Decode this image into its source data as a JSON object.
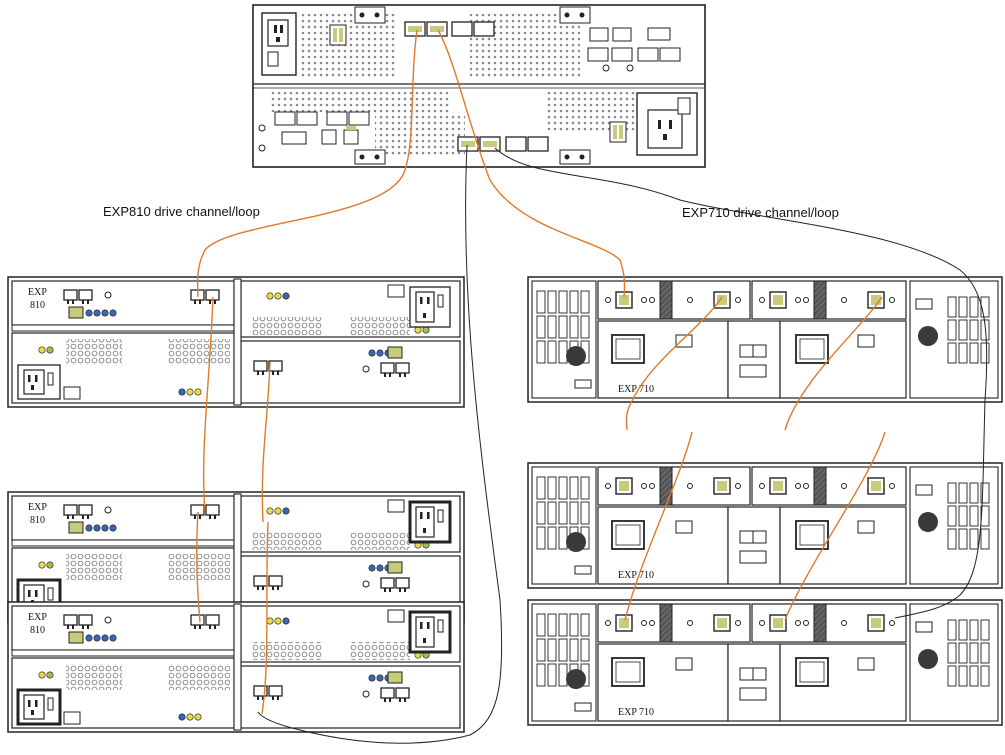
{
  "labels": {
    "exp810_channel": "EXP810 drive channel/loop",
    "exp710_channel": "EXP710 drive channel/loop"
  },
  "exp810_units": [
    {
      "line1": "EXP",
      "line2": "810"
    },
    {
      "line1": "EXP",
      "line2": "810"
    },
    {
      "line1": "EXP",
      "line2": "810"
    }
  ],
  "exp710_units": [
    {
      "label": "EXP 710"
    },
    {
      "label": "EXP 710"
    },
    {
      "label": "EXP 710"
    }
  ],
  "colors": {
    "cable": "#e07a2a",
    "outline": "#222222",
    "port_fill": "#c8cc7a",
    "led_yellow": "#e8d84a",
    "led_green": "#9fbf4a",
    "led_blue": "#3a67b0",
    "hatch": "#555555"
  },
  "icons": [
    "power-connector-icon",
    "sfp-port-icon",
    "led-icon",
    "vent-grille-icon"
  ]
}
